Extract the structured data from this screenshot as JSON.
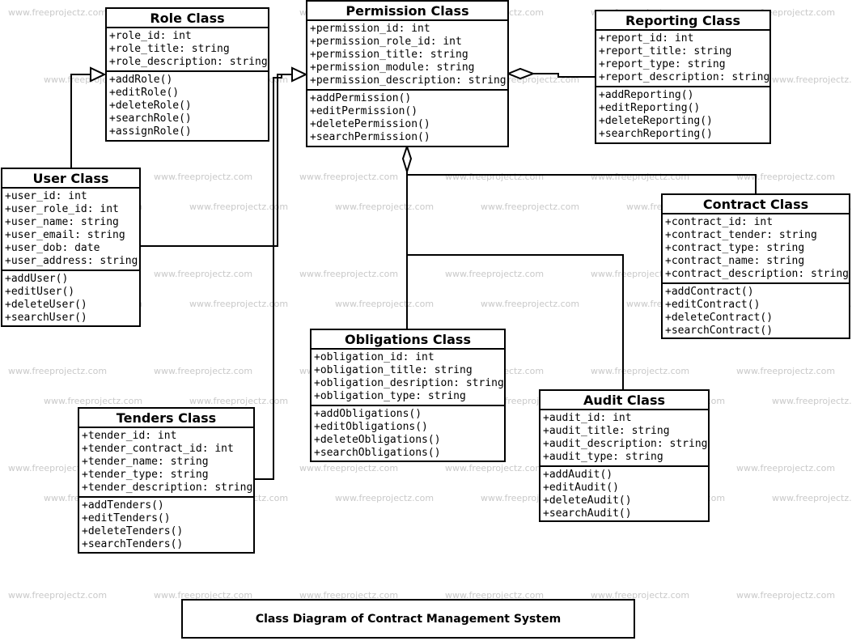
{
  "diagram": {
    "caption": "Class Diagram of Contract Management System",
    "watermark": "www.freeprojectz.com",
    "classes": {
      "role": {
        "title": "Role Class",
        "attributes": [
          "+role_id: int",
          "+role_title: string",
          "+role_description: string"
        ],
        "methods": [
          "+addRole()",
          "+editRole()",
          "+deleteRole()",
          "+searchRole()",
          "+assignRole()"
        ]
      },
      "permission": {
        "title": "Permission Class",
        "attributes": [
          "+permission_id: int",
          "+permission_role_id: int",
          "+permission_title: string",
          "+permission_module: string",
          "+permission_description: string"
        ],
        "methods": [
          "+addPermission()",
          "+editPermission()",
          "+deletePermission()",
          "+searchPermission()"
        ]
      },
      "reporting": {
        "title": "Reporting Class",
        "attributes": [
          "+report_id: int",
          "+report_title: string",
          "+report_type: string",
          "+report_description: string"
        ],
        "methods": [
          "+addReporting()",
          "+editReporting()",
          "+deleteReporting()",
          "+searchReporting()"
        ]
      },
      "user": {
        "title": "User Class",
        "attributes": [
          "+user_id: int",
          "+user_role_id: int",
          "+user_name: string",
          "+user_email: string",
          "+user_dob: date",
          "+user_address: string"
        ],
        "methods": [
          "+addUser()",
          "+editUser()",
          "+deleteUser()",
          "+searchUser()"
        ]
      },
      "contract": {
        "title": "Contract Class",
        "attributes": [
          "+contract_id: int",
          "+contract_tender: string",
          "+contract_type: string",
          "+contract_name: string",
          "+contract_description: string"
        ],
        "methods": [
          "+addContract()",
          "+editContract()",
          "+deleteContract()",
          "+searchContract()"
        ]
      },
      "obligations": {
        "title": "Obligations Class",
        "attributes": [
          "+obligation_id: int",
          "+obligation_title: string",
          "+obligation_desription: string",
          "+obligation_type: string"
        ],
        "methods": [
          "+addObligations()",
          "+editObligations()",
          "+deleteObligations()",
          "+searchObligations()"
        ]
      },
      "tenders": {
        "title": "Tenders Class",
        "attributes": [
          "+tender_id: int",
          "+tender_contract_id: int",
          "+tender_name: string",
          "+tender_type: string",
          "+tender_description: string"
        ],
        "methods": [
          "+addTenders()",
          "+editTenders()",
          "+deleteTenders()",
          "+searchTenders()"
        ]
      },
      "audit": {
        "title": "Audit Class",
        "attributes": [
          "+audit_id: int",
          "+audit_title: string",
          "+audit_description: string",
          "+audit_type: string"
        ],
        "methods": [
          "+addAudit()",
          "+editAudit()",
          "+deleteAudit()",
          "+searchAudit()"
        ]
      }
    },
    "relationships": [
      {
        "from": "user",
        "to": "role",
        "kind": "generalization"
      },
      {
        "from": "user",
        "to": "permission",
        "kind": "generalization"
      },
      {
        "from": "tenders",
        "to": "permission",
        "kind": "generalization"
      },
      {
        "from": "reporting",
        "to": "permission",
        "kind": "aggregation"
      },
      {
        "from": "contract",
        "to": "permission",
        "kind": "aggregation"
      },
      {
        "from": "obligations",
        "to": "permission",
        "kind": "aggregation"
      },
      {
        "from": "audit",
        "to": "permission",
        "kind": "aggregation"
      }
    ]
  }
}
